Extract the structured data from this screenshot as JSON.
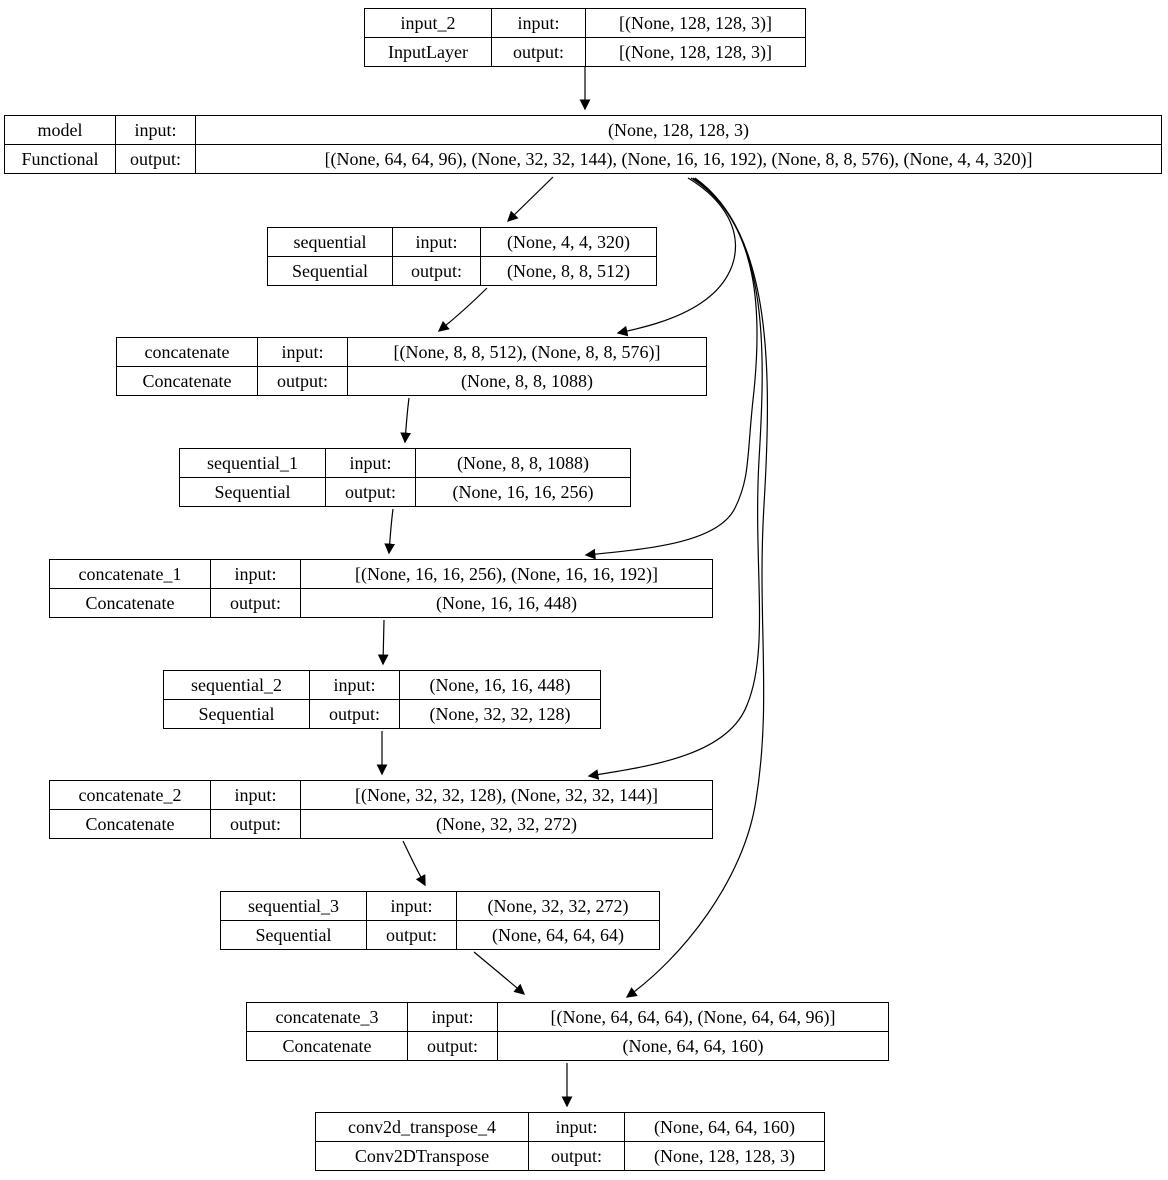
{
  "diagram": {
    "kind": "keras-plot-model-graph",
    "background_color": "#ffffff",
    "node_border_color": "#000000",
    "text_color": "#000000",
    "edge_color": "#000000"
  },
  "labels": {
    "input": "input:",
    "output": "output:"
  },
  "nodes": [
    {
      "name": "input_2",
      "type": "InputLayer",
      "input_shape": "[(None, 128, 128, 3)]",
      "output_shape": "[(None, 128, 128, 3)]"
    },
    {
      "name": "model",
      "type": "Functional",
      "input_shape": "(None, 128, 128, 3)",
      "output_shape": "[(None, 64, 64, 96), (None, 32, 32, 144), (None, 16, 16, 192), (None, 8, 8, 576), (None, 4, 4, 320)]"
    },
    {
      "name": "sequential",
      "type": "Sequential",
      "input_shape": "(None, 4, 4, 320)",
      "output_shape": "(None, 8, 8, 512)"
    },
    {
      "name": "concatenate",
      "type": "Concatenate",
      "input_shape": "[(None, 8, 8, 512), (None, 8, 8, 576)]",
      "output_shape": "(None, 8, 8, 1088)"
    },
    {
      "name": "sequential_1",
      "type": "Sequential",
      "input_shape": "(None, 8, 8, 1088)",
      "output_shape": "(None, 16, 16, 256)"
    },
    {
      "name": "concatenate_1",
      "type": "Concatenate",
      "input_shape": "[(None, 16, 16, 256), (None, 16, 16, 192)]",
      "output_shape": "(None, 16, 16, 448)"
    },
    {
      "name": "sequential_2",
      "type": "Sequential",
      "input_shape": "(None, 16, 16, 448)",
      "output_shape": "(None, 32, 32, 128)"
    },
    {
      "name": "concatenate_2",
      "type": "Concatenate",
      "input_shape": "[(None, 32, 32, 128), (None, 32, 32, 144)]",
      "output_shape": "(None, 32, 32, 272)"
    },
    {
      "name": "sequential_3",
      "type": "Sequential",
      "input_shape": "(None, 32, 32, 272)",
      "output_shape": "(None, 64, 64, 64)"
    },
    {
      "name": "concatenate_3",
      "type": "Concatenate",
      "input_shape": "[(None, 64, 64, 64), (None, 64, 64, 96)]",
      "output_shape": "(None, 64, 64, 160)"
    },
    {
      "name": "conv2d_transpose_4",
      "type": "Conv2DTranspose",
      "input_shape": "(None, 64, 64, 160)",
      "output_shape": "(None, 128, 128, 3)"
    }
  ],
  "edges": [
    {
      "from": "input_2",
      "to": "model"
    },
    {
      "from": "model",
      "to": "sequential"
    },
    {
      "from": "model",
      "to": "concatenate"
    },
    {
      "from": "model",
      "to": "concatenate_1"
    },
    {
      "from": "model",
      "to": "concatenate_2"
    },
    {
      "from": "model",
      "to": "concatenate_3"
    },
    {
      "from": "sequential",
      "to": "concatenate"
    },
    {
      "from": "concatenate",
      "to": "sequential_1"
    },
    {
      "from": "sequential_1",
      "to": "concatenate_1"
    },
    {
      "from": "concatenate_1",
      "to": "sequential_2"
    },
    {
      "from": "sequential_2",
      "to": "concatenate_2"
    },
    {
      "from": "concatenate_2",
      "to": "sequential_3"
    },
    {
      "from": "sequential_3",
      "to": "concatenate_3"
    },
    {
      "from": "concatenate_3",
      "to": "conv2d_transpose_4"
    }
  ]
}
